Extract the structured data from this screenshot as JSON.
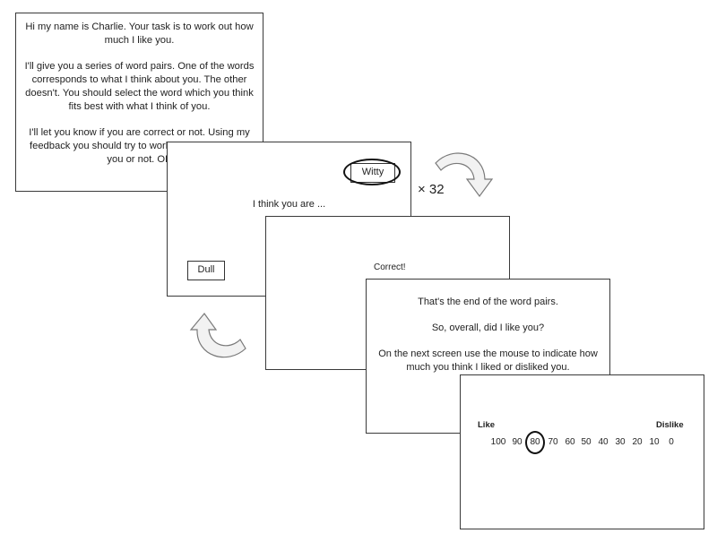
{
  "intro": {
    "paragraphs": [
      "Hi my name is Charlie. Your task is to work out how much I like you.",
      "I'll give you a series of word pairs. One of the words corresponds to what I think about you. The other doesn't. You should select the word which you think fits best with what I think of you.",
      "I'll let you know if you are correct or not. Using my feedback you should try to work out whether I like you or not. OK"
    ]
  },
  "choice": {
    "word_top": "Witty",
    "word_bottom": "Dull",
    "prompt": "I think you are ..."
  },
  "repeat_label": "× 32",
  "feedback": {
    "text": "Correct!"
  },
  "end": {
    "paragraphs": [
      "That's the end of the word pairs.",
      "So, overall, did I like you?",
      "On the next screen use the mouse to indicate how much you think I liked or disliked you."
    ]
  },
  "rating": {
    "like_label": "Like",
    "dislike_label": "Dislike",
    "scale": [
      "100",
      "90",
      "80",
      "70",
      "60",
      "50",
      "40",
      "30",
      "20",
      "10",
      "0"
    ],
    "selected": "80"
  },
  "colors": {
    "arrow_fill": "#f2f2f2",
    "arrow_stroke": "#7a7a7a",
    "border": "#3a3a3a"
  }
}
